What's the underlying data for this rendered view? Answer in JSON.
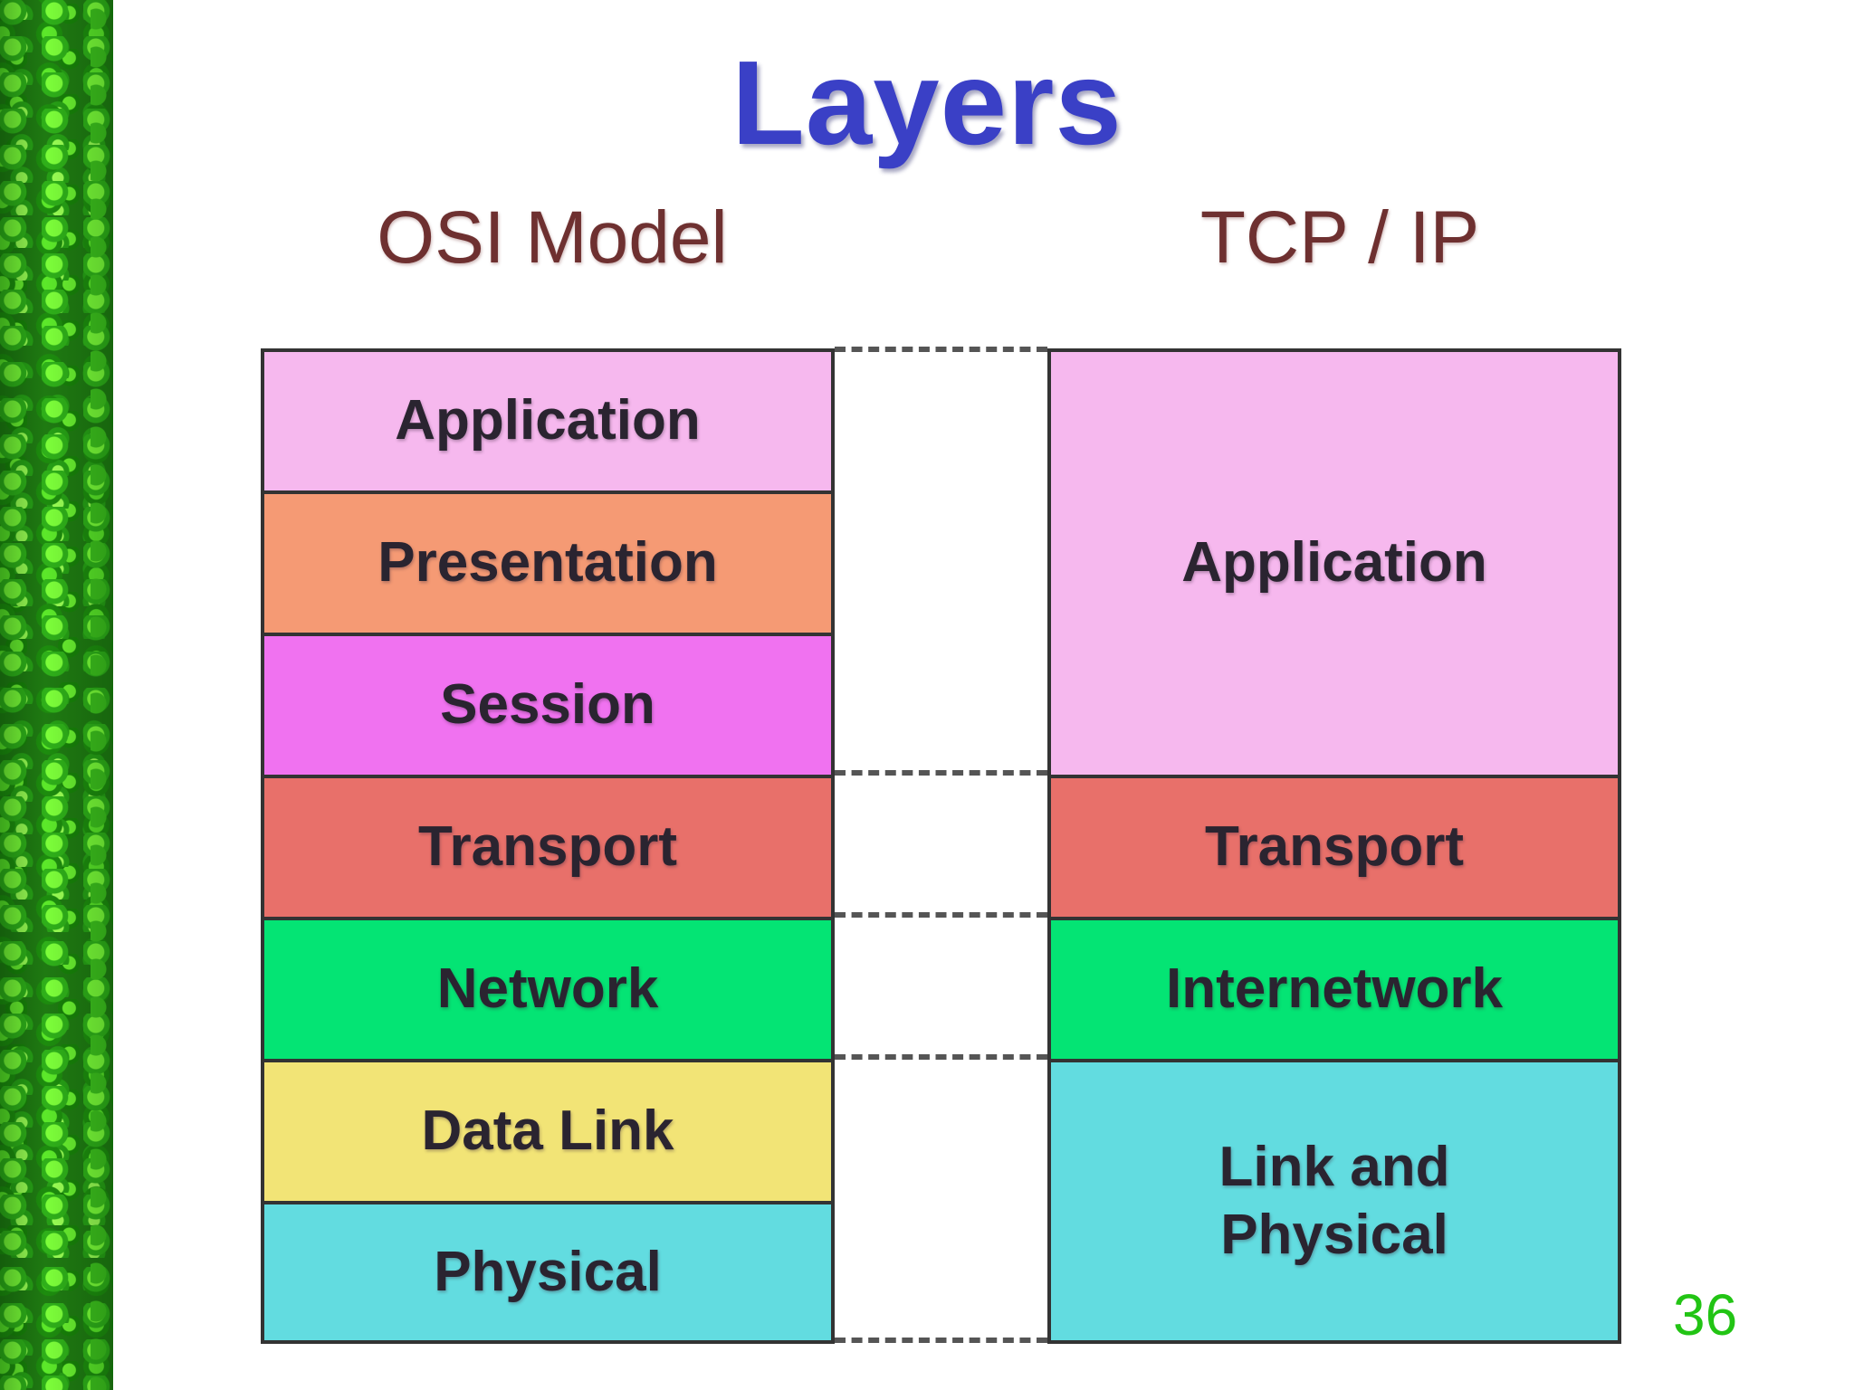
{
  "title": "Layers",
  "osi": {
    "heading": "OSI Model",
    "layers": [
      {
        "label": "Application",
        "color": "#f6b8ee"
      },
      {
        "label": "Presentation",
        "color": "#f59a74"
      },
      {
        "label": "Session",
        "color": "#f072f0"
      },
      {
        "label": "Transport",
        "color": "#e8706a"
      },
      {
        "label": "Network",
        "color": "#04e474"
      },
      {
        "label": "Data Link",
        "color": "#f2e476"
      },
      {
        "label": "Physical",
        "color": "#62dce0"
      }
    ]
  },
  "tcp": {
    "heading": "TCP / IP",
    "layers": [
      {
        "label": "Application",
        "color": "#f6b8ee"
      },
      {
        "label": "Transport",
        "color": "#e8706a"
      },
      {
        "label": "Internetwork",
        "color": "#04e474"
      },
      {
        "label": "Link and Physical",
        "color": "#62dce0"
      }
    ]
  },
  "page_number": "36"
}
